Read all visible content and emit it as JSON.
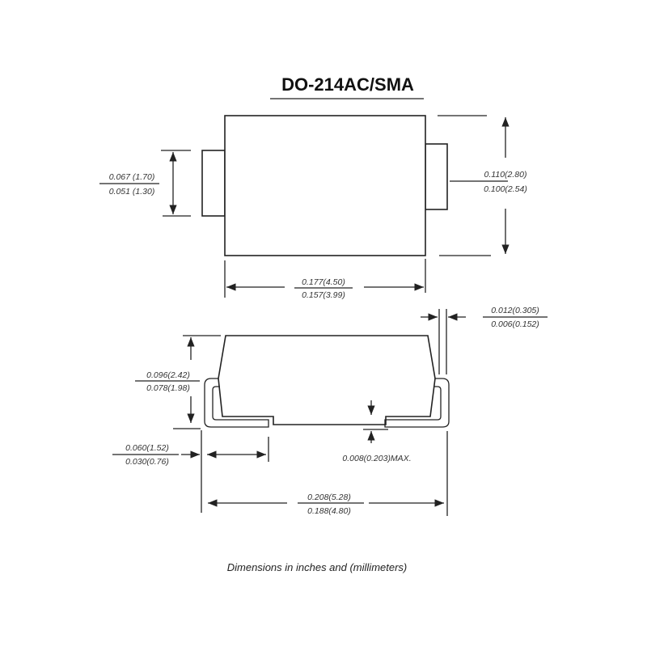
{
  "title": "DO-214AC/SMA",
  "caption": "Dimensions in inches and (millimeters)",
  "top_view": {
    "terminal_height": {
      "max": "0.067 (1.70)",
      "min": "0.051 (1.30)"
    },
    "body_width": {
      "max": "0.110(2.80)",
      "min": "0.100(2.54)"
    },
    "body_length": {
      "max": "0.177(4.50)",
      "min": "0.157(3.99)"
    }
  },
  "side_view": {
    "lead_thickness": {
      "max": "0.012(0.305)",
      "min": "0.006(0.152)"
    },
    "height": {
      "max": "0.096(2.42)",
      "min": "0.078(1.98)"
    },
    "standoff": "0.008(0.203)MAX.",
    "lead_length": {
      "max": "0.060(1.52)",
      "min": "0.030(0.76)"
    },
    "overall_length": {
      "max": "0.208(5.28)",
      "min": "0.188(4.80)"
    }
  }
}
